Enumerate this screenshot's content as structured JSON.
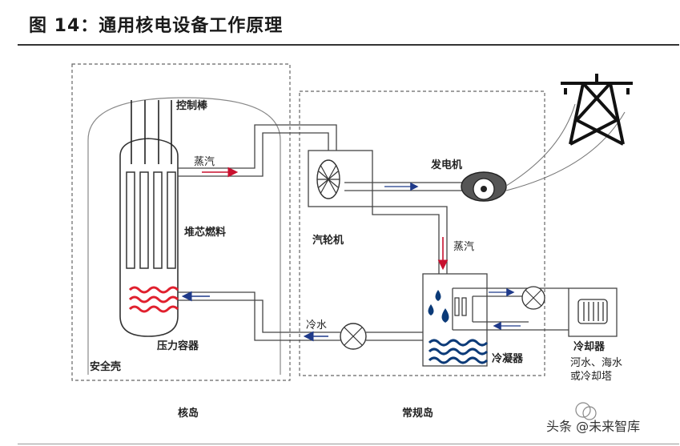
{
  "title": "图 14：通用核电设备工作原理",
  "labels": {
    "control_rods": "控制棒",
    "steam_left": "蒸汽",
    "core_fuel": "堆芯燃料",
    "pressure_vessel": "压力容器",
    "containment": "安全壳",
    "nuclear_island": "核岛",
    "conventional_island": "常规岛",
    "turbine": "汽轮机",
    "generator": "发电机",
    "steam_right": "蒸汽",
    "cold_water": "冷水",
    "condenser": "冷凝器",
    "cooler": "冷却器",
    "cooler_note_1": "河水、海水",
    "cooler_note_2": "或冷却塔"
  },
  "watermark": "头条 @未来智库",
  "colors": {
    "steam_arrow": "#c8102e",
    "water_arrow": "#1f3a8a",
    "wave_red": "#e0202e",
    "wave_blue": "#0b3a78"
  }
}
